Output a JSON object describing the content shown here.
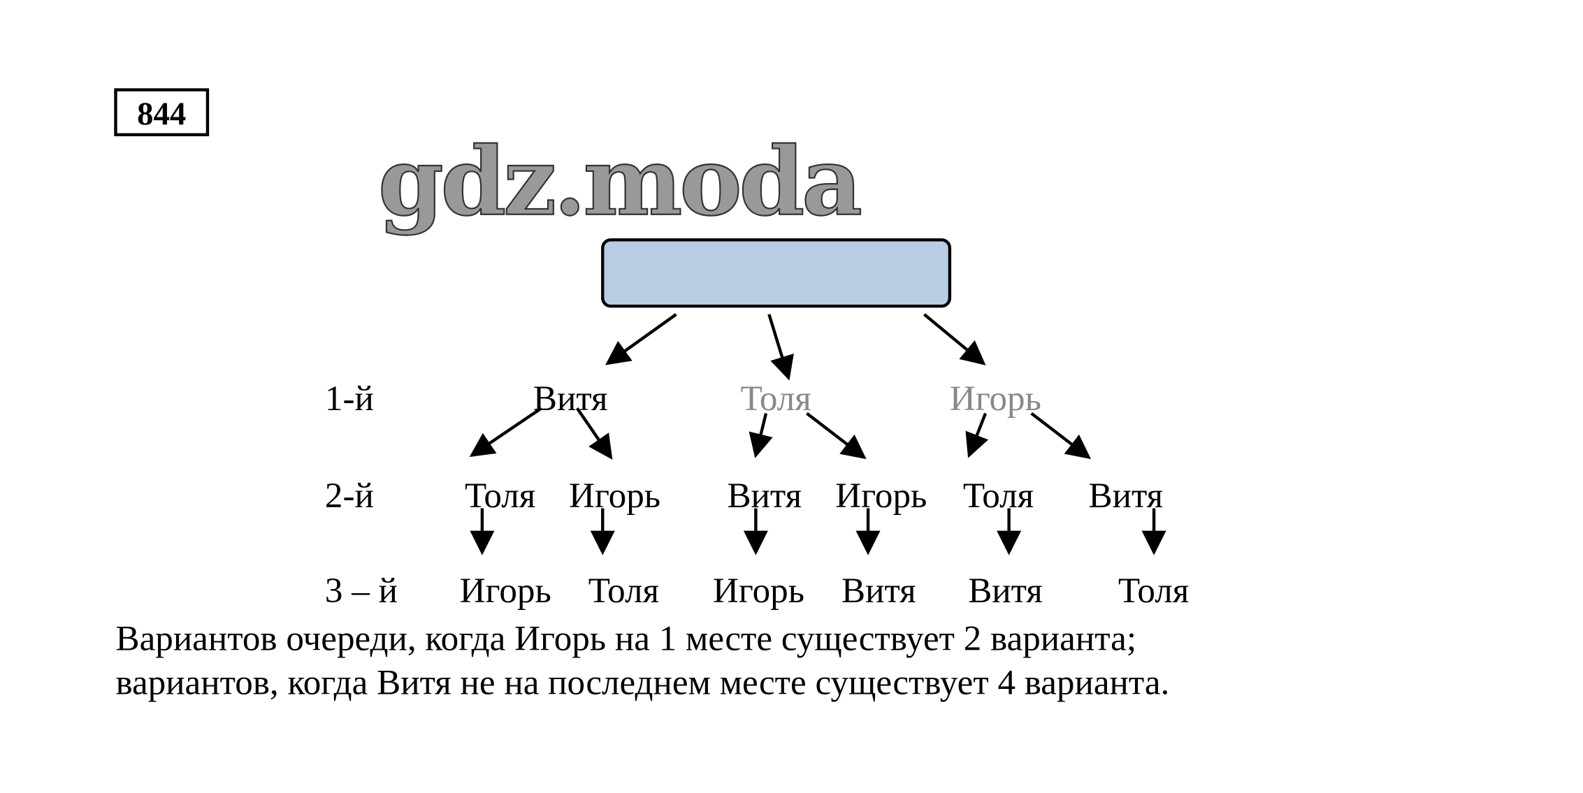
{
  "problem_number": "844",
  "watermark": "gdz.moda",
  "colors": {
    "root_box": "#b8cce4",
    "text": "#000000"
  },
  "tree": {
    "level_labels": [
      "1-й",
      "2-й",
      "3 – й"
    ],
    "level1": [
      "Витя",
      "Толя",
      "Игорь"
    ],
    "level2": [
      "Толя",
      "Игорь",
      "Витя",
      "Игорь",
      "Толя",
      "Витя"
    ],
    "level3": [
      "Игорь",
      "Толя",
      "Игорь",
      "Витя",
      "Витя",
      "Толя"
    ]
  },
  "answer": {
    "line1": "Вариантов очереди, когда Игорь на 1 месте существует 2 варианта;",
    "line2": "вариантов, когда Витя не на последнем месте существует 4 варианта."
  }
}
